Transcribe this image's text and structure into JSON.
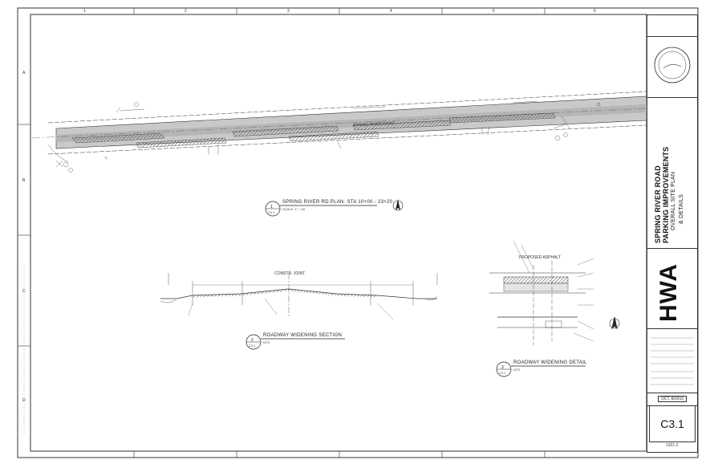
{
  "project": {
    "line1": "SPRING RIVER ROAD",
    "line2": "PARKING IMPROVEMENTS",
    "line3": "OVERALL SITE PLAN",
    "line4": "& DETAILS"
  },
  "firm_logo": "HWA",
  "sheet_number": "C3.1",
  "bottom_code": "1301-2",
  "date_box": "OCT. 8/2010",
  "drawings": [
    {
      "number": "1",
      "sheet": "C3.1",
      "title": "SPRING RIVER RD PLAN: STA 10+00 - 23+20",
      "scale": "SCALE: 1\" = 50'"
    },
    {
      "number": "2",
      "sheet": "C3.1",
      "title": "ROADWAY WIDENING SECTION",
      "scale": "NTS"
    },
    {
      "number": "3",
      "sheet": "C3.1",
      "title": "ROADWAY WIDENING DETAIL",
      "scale": "NTS"
    }
  ],
  "grid_columns": [
    "1",
    "2",
    "3",
    "4",
    "5",
    "6"
  ],
  "grid_rows": [
    "A",
    "B",
    "C",
    "D"
  ],
  "plan_callouts": {
    "road_name": "SPRING RIVER ROAD",
    "proposed_asphalt": "PROPOSED ASPHALT",
    "constr_joint": "CONSTR. JOINT"
  },
  "colors": {
    "road_fill": "#c9c9c9",
    "line": "#333333",
    "hatch": "#555555"
  }
}
